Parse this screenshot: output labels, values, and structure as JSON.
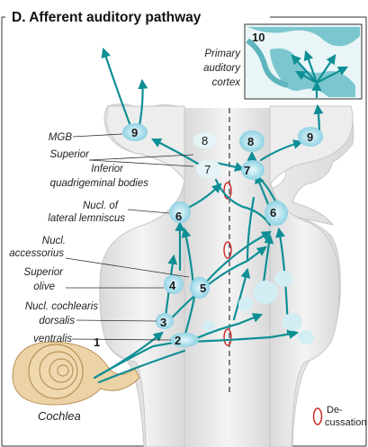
{
  "title": "D.  Afferent auditory pathway",
  "cortex": {
    "number": "10",
    "line1": "Primary",
    "line2": "auditory",
    "line3": "cortex"
  },
  "labels": {
    "mgb": "MGB",
    "superior": "Superior",
    "inferior": "Inferior",
    "quadrigeminal": "quadrigeminal bodies",
    "lemniscus_1": "Nucl. of",
    "lemniscus_2": "lateral lemniscus",
    "accessorius_1": "Nucl.",
    "accessorius_2": "accessorius",
    "olive_1": "Superior",
    "olive_2": "olive",
    "cochlearis": "Nucl. cochlearis",
    "dorsalis": "dorsalis",
    "ventralis": "ventralis",
    "cochlea": "Cochlea",
    "decussation_1": "De-",
    "decussation_2": "cussation"
  },
  "numbers": {
    "n1": "1",
    "n2": "2",
    "n3": "3",
    "n4": "4",
    "n5": "5",
    "n6_left": "6",
    "n6_right": "6",
    "n7_left": "7",
    "n7_right": "7",
    "n8_left": "8",
    "n8_right": "8",
    "n9_left": "9",
    "n9_right": "9"
  },
  "colors": {
    "pathway": "#0e8f95",
    "nucleus": "#a9dde9",
    "brainstem": "#e6e6e6",
    "cortex": "#7cc7cf",
    "decussation": "#cc2222",
    "cochlea": "#e8c99a"
  }
}
